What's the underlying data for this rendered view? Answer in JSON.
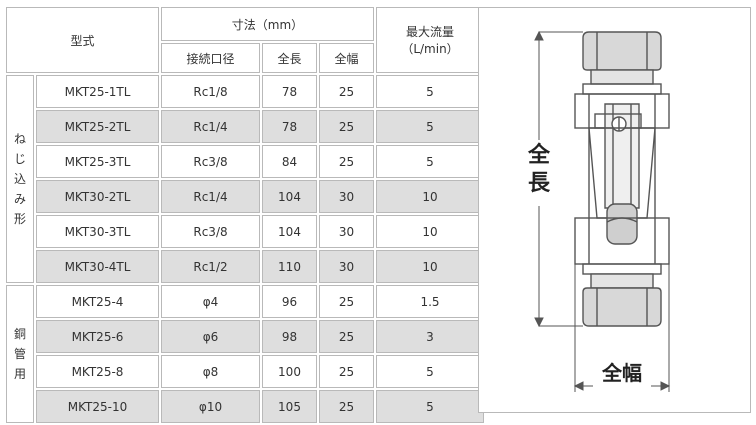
{
  "header": {
    "model": "型式",
    "dimensions": "寸法（mm）",
    "port": "接続口径",
    "length": "全長",
    "width": "全幅",
    "max_flow": "最大流量",
    "max_flow_unit": "（L/min）"
  },
  "groups": [
    {
      "label_chars": [
        "ね",
        "じ",
        "込",
        "み",
        "形"
      ],
      "rows": [
        {
          "model": "MKT25-1TL",
          "port": "Rc1/8",
          "length": "78",
          "width": "25",
          "flow": "5",
          "shaded": false
        },
        {
          "model": "MKT25-2TL",
          "port": "Rc1/4",
          "length": "78",
          "width": "25",
          "flow": "5",
          "shaded": true
        },
        {
          "model": "MKT25-3TL",
          "port": "Rc3/8",
          "length": "84",
          "width": "25",
          "flow": "5",
          "shaded": false
        },
        {
          "model": "MKT30-2TL",
          "port": "Rc1/4",
          "length": "104",
          "width": "30",
          "flow": "10",
          "shaded": true
        },
        {
          "model": "MKT30-3TL",
          "port": "Rc3/8",
          "length": "104",
          "width": "30",
          "flow": "10",
          "shaded": false
        },
        {
          "model": "MKT30-4TL",
          "port": "Rc1/2",
          "length": "110",
          "width": "30",
          "flow": "10",
          "shaded": true
        }
      ]
    },
    {
      "label_chars": [
        "銅",
        "管",
        "用"
      ],
      "rows": [
        {
          "model": "MKT25-4",
          "port": "φ4",
          "length": "96",
          "width": "25",
          "flow": "1.5",
          "shaded": false
        },
        {
          "model": "MKT25-6",
          "port": "φ6",
          "length": "98",
          "width": "25",
          "flow": "3",
          "shaded": true
        },
        {
          "model": "MKT25-8",
          "port": "φ8",
          "length": "100",
          "width": "25",
          "flow": "5",
          "shaded": false
        },
        {
          "model": "MKT25-10",
          "port": "φ10",
          "length": "105",
          "width": "25",
          "flow": "5",
          "shaded": true
        }
      ]
    }
  ],
  "diagram": {
    "length_label": "全長",
    "width_label": "全幅"
  }
}
